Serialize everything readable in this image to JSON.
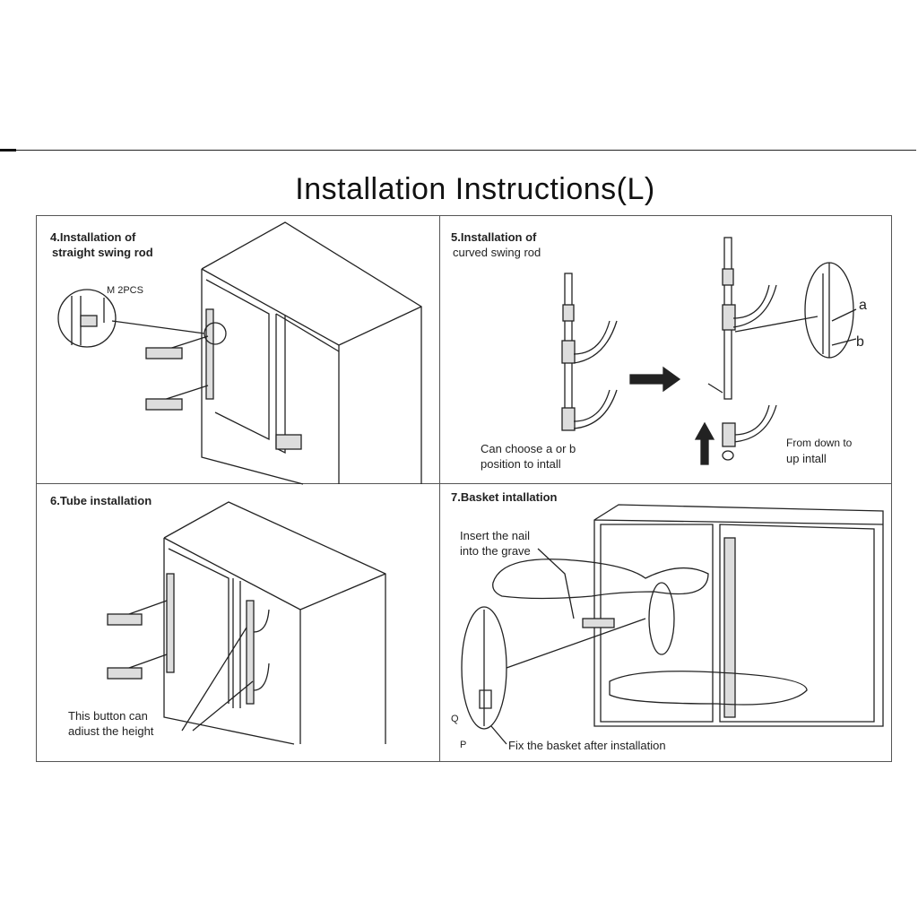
{
  "title": "Installation Instructions(L)",
  "panels": [
    {
      "step": "4.Installation of",
      "step2": "straight swing rod",
      "notes": [
        "M 2PCS"
      ]
    },
    {
      "step": "5.Installation of",
      "step2": "curved swing rod",
      "notes": [
        "Can choose a or b",
        "position to intall",
        "From down to",
        "up intall",
        "a",
        "b"
      ]
    },
    {
      "step": "6.Tube installation",
      "notes": [
        "This button can",
        "adiust the height"
      ]
    },
    {
      "step": "7.Basket intallation",
      "notes": [
        "Insert the nail",
        "into the grave",
        "Fix the basket after installation",
        "Q",
        "P"
      ]
    }
  ]
}
